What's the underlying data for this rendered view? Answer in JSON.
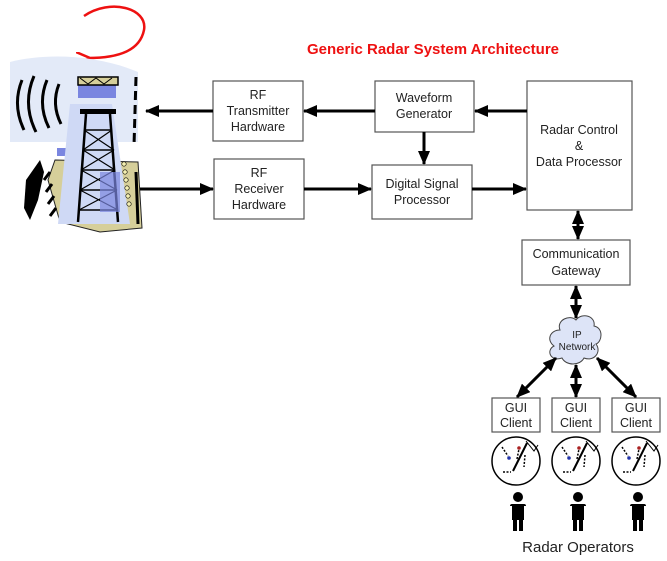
{
  "title": "Generic Radar System Architecture",
  "blocks": {
    "rf_transmitter": [
      "RF",
      "Transmitter",
      "Hardware"
    ],
    "rf_receiver": [
      "RF",
      "Receiver",
      "Hardware"
    ],
    "waveform_generator": [
      "Waveform",
      "Generator"
    ],
    "digital_signal_processor": [
      "Digital Signal",
      "Processor"
    ],
    "radar_control": [
      "Radar Control",
      "&",
      "Data Processor"
    ],
    "communication_gateway": [
      "Communication",
      "Gateway"
    ],
    "ip_network": [
      "IP",
      "Network"
    ],
    "gui_clients": [
      [
        "GUI",
        "Client"
      ],
      [
        "GUI",
        "Client"
      ],
      [
        "GUI",
        "Client"
      ]
    ]
  },
  "operators_label": "Radar Operators",
  "icons": {
    "antenna": "radar-antenna-tower-icon",
    "rotation": "rotation-arrow-icon",
    "scope": "radar-scope-icon",
    "operator": "person-icon"
  },
  "colors": {
    "title": "#ee1111",
    "rotation_arrow": "#ee1111",
    "box_border": "#555555",
    "cloud_fill": "#dde4f7",
    "antenna_blue": "#7a86e0",
    "antenna_light": "#cfd9f5",
    "antenna_tan": "#d6cf9a"
  }
}
